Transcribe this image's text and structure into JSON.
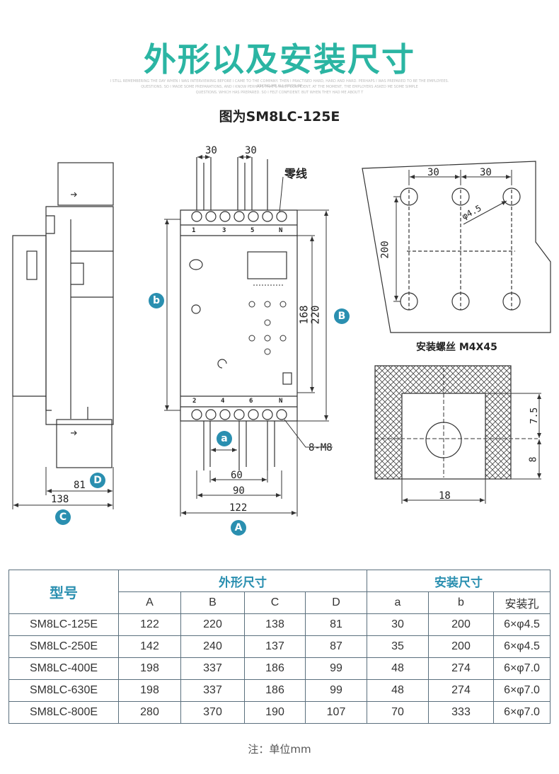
{
  "header": {
    "title": "外形以及安装尺寸",
    "tagline_lines": [
      "I STILL REMEMBERING THE DAY WHEN I WAS INTERVIEWING BEFORE I CAME TO THE COMPANY. THEN I PRACTISED HARD, HARD AND HARD. PERHAPS I WAS PREPARED TO BE THE EMPLOYEES. ASKING ME ALL KINDS OF",
      "QUESTIONS. SO I MADE SOME PREPARATIONS, AND I KNOW PERHAPS THAT'S MOST CONFIDENT. AT THE MOMENT, THE EMPLOYERS ASKED ME SOME SIMPLE",
      "QUESTIONS. WHICH HAS PREPARED. SO I FELT CONFIDENT. BUT WHEN THEY HAD ME ABOUT T"
    ],
    "subtitle": "图为SM8LC-125E"
  },
  "drawing": {
    "side_view": {
      "dim_81": "81",
      "dim_138": "138",
      "badge_d": "D",
      "badge_c": "C"
    },
    "front_view": {
      "dim_30_left": "30",
      "dim_30_right": "30",
      "neutral_label": "零线",
      "top_terminals": [
        "1",
        "3",
        "5",
        "N"
      ],
      "bottom_terminals": [
        "2",
        "4",
        "6",
        "N"
      ],
      "dim_168": "168",
      "dim_220": "220",
      "dim_60": "60",
      "dim_90": "90",
      "dim_122": "122",
      "screw_label": "8-M8",
      "badge_a": "A",
      "badge_b": "B",
      "badge_lower_b": "b",
      "badge_lower_a": "a"
    },
    "mount_plate": {
      "dim_30_a": "30",
      "dim_30_b": "30",
      "dim_200": "200",
      "hole_label": "φ4.5",
      "caption": "安装螺丝 M4X45"
    },
    "cutout": {
      "dim_7_5": "7.5",
      "dim_8": "8",
      "dim_18": "18"
    }
  },
  "table": {
    "header_model": "型号",
    "group_outline": "外形尺寸",
    "group_install": "安装尺寸",
    "columns": [
      "A",
      "B",
      "C",
      "D",
      "a",
      "b",
      "安装孔"
    ],
    "rows": [
      [
        "SM8LC-125E",
        "122",
        "220",
        "138",
        "81",
        "30",
        "200",
        "6×φ4.5"
      ],
      [
        "SM8LC-250E",
        "142",
        "240",
        "137",
        "87",
        "35",
        "200",
        "6×φ4.5"
      ],
      [
        "SM8LC-400E",
        "198",
        "337",
        "186",
        "99",
        "48",
        "274",
        "6×φ7.0"
      ],
      [
        "SM8LC-630E",
        "198",
        "337",
        "186",
        "99",
        "48",
        "274",
        "6×φ7.0"
      ],
      [
        "SM8LC-800E",
        "280",
        "370",
        "190",
        "107",
        "70",
        "333",
        "6×φ7.0"
      ]
    ]
  },
  "note": "注：单位mm",
  "colors": {
    "accent": "#2bb5a3",
    "badge": "#2a8fb0",
    "line": "#333333",
    "table_border": "#5a6f7d"
  }
}
